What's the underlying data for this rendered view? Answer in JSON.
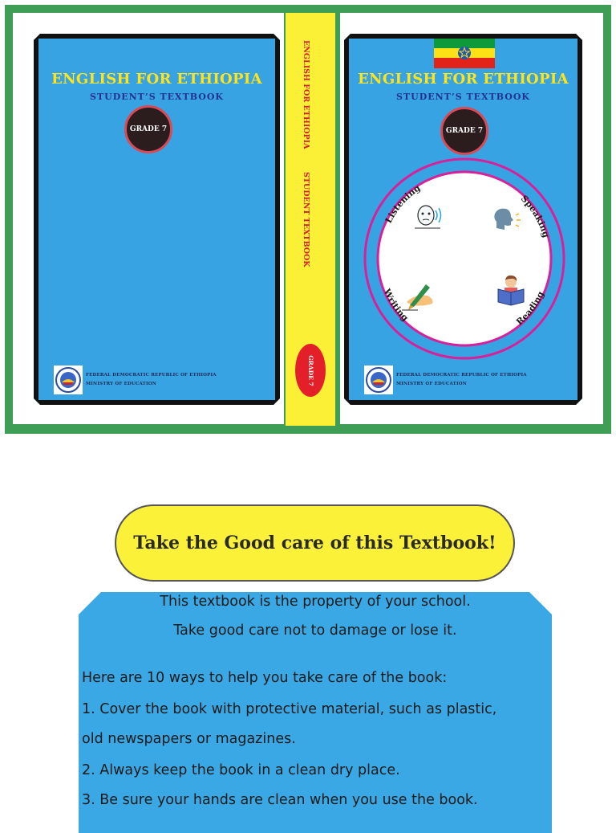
{
  "cover": {
    "title": "ENGLISH FOR ETHIOPIA",
    "subtitle": "STUDENT’S TEXTBOOK",
    "grade": "GRADE 7",
    "publisher_line1": "FEDERAL DEMOCRATIC REPUBLIC OF ETHIOPIA",
    "publisher_line2": "MINISTRY OF EDUCATION",
    "skills": [
      "Listening",
      "Speaking",
      "Writing",
      "Reading"
    ]
  },
  "spine": {
    "title": "ENGLISH FOR ETHIOPIA",
    "subtitle": "STUDENT TEXTBOOK",
    "grade": "GRADE 7"
  },
  "care": {
    "banner": "Take the Good care of this Textbook!",
    "intro1": "This textbook is the property of your school.",
    "intro2": "Take good care not to damage or lose it.",
    "lead": "Here are 10 ways to help you take care of the book:",
    "tip1a": "1. Cover the book with protective material, such as plastic,",
    "tip1b": "old newspapers or magazines.",
    "tip2": "2. Always keep the book in a clean dry place.",
    "tip3": "3. Be sure your hands are clean when you use the book."
  },
  "colors": {
    "cover_blue": "#38a3e2",
    "title_yellow": "#ffe31a",
    "frame_green": "#3f9e55",
    "spine_yellow": "#fbf036",
    "ring_magenta": "#d8209b"
  }
}
